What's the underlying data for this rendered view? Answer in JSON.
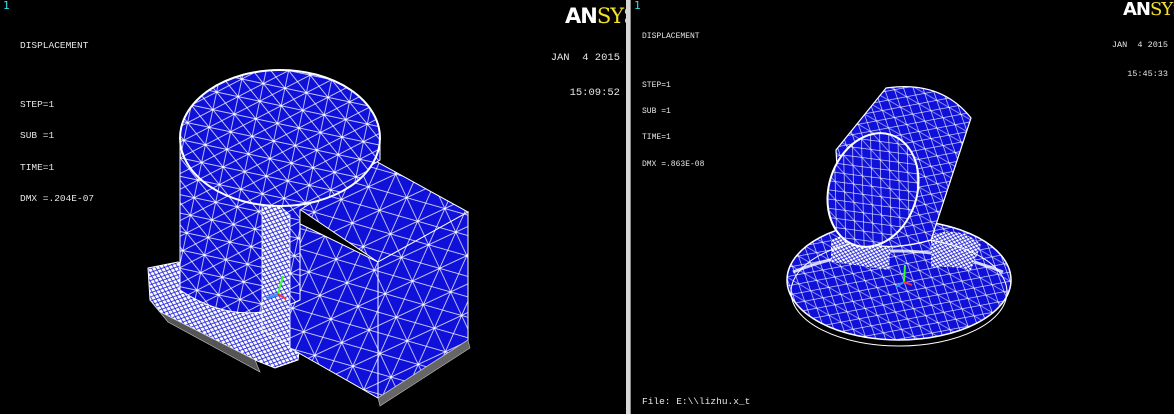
{
  "left_window": {
    "window_number": "1",
    "result_title": "DISPLACEMENT",
    "step": "STEP=1",
    "sub": "SUB =1",
    "time": "TIME=1",
    "dmx": "DMX =.204E-07",
    "logo_an": "AN",
    "logo_sys": "SYS",
    "date": "JAN  4 2015",
    "time_stamp": "15:09:52"
  },
  "right_window": {
    "window_number": "1",
    "result_title": "DISPLACEMENT",
    "step": "STEP=1",
    "sub": "SUB =1",
    "time": "TIME=1",
    "dmx": "DMX =.863E-08",
    "logo_an": "AN",
    "logo_sys": "SYS",
    "date": "JAN  4 2015",
    "time_stamp": "15:45:33",
    "file_label": "File: E:\\\\lizhu.x_t"
  },
  "colors": {
    "viewport_bg": "#000000",
    "mesh_fill": "#0f10d8",
    "mesh_lines": "#ffffff",
    "logo_sys": "#f5e12a",
    "window_number": "#35e0e8",
    "triad_x": "#ff3030",
    "triad_y": "#30ff30",
    "triad_z": "#3090ff"
  }
}
